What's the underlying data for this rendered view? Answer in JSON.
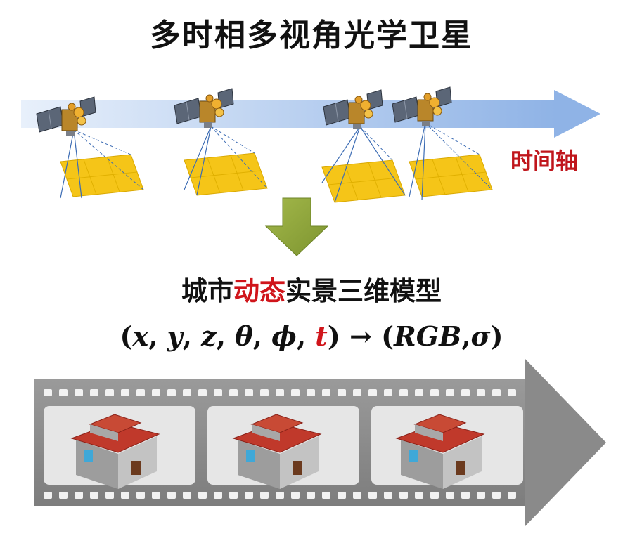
{
  "title": "多时相多视角光学卫星",
  "time_axis_label": "时间轴",
  "model_title": {
    "prefix": "城市",
    "highlight": "动态",
    "suffix": "实景三维模型"
  },
  "formula": {
    "open": "(",
    "vars": [
      "x",
      "y",
      "z",
      "θ",
      "ϕ"
    ],
    "sep": ", ",
    "time_var": "t",
    "close_arrow": ") → (",
    "out1": "RGB",
    "comma": ",",
    "out2": "σ",
    "close": ")"
  },
  "colors": {
    "accent_red": "#d0151b",
    "time_arrow": "#a9c4ec",
    "footprint": "#f5c518",
    "down_arrow": "#8fa63a",
    "film": "#8c8c8c",
    "roof": "#c0392b"
  },
  "icons": {
    "satellite": "satellite-icon",
    "down_arrow": "down-arrow-icon",
    "film_strip": "film-strip-icon",
    "house": "house-model-icon"
  }
}
